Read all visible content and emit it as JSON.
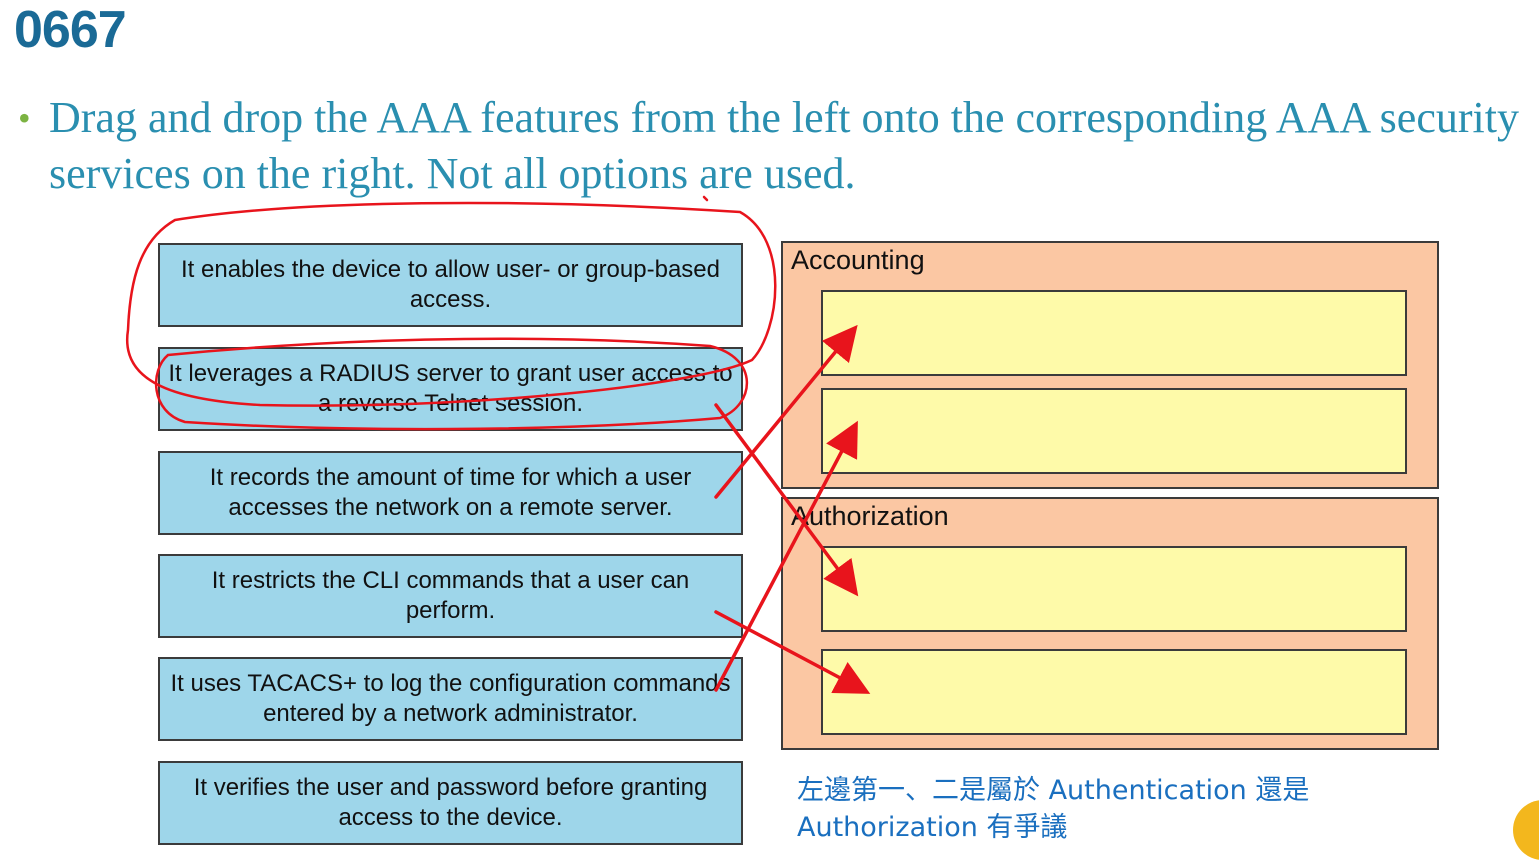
{
  "slide": {
    "number": "0667"
  },
  "question": {
    "bullet": "•",
    "text": "Drag and drop the AAA features from the left onto the corresponding AAA security services on the right. Not all options are used."
  },
  "features": [
    "It enables the device to allow user- or group-based access.",
    "It leverages a RADIUS server to grant user access to a reverse Telnet session.",
    "It records the amount of time for which a user accesses the network on a remote server.",
    "It restricts the CLI commands that a user can perform.",
    "It uses TACACS+ to log the configuration commands entered by a network administrator.",
    "It verifies the user and password before granting access to the device."
  ],
  "services": {
    "accounting": {
      "label": "Accounting"
    },
    "authorization": {
      "label": "Authorization"
    }
  },
  "note": {
    "line1": "左邊第一、二是屬於 Authentication 還是",
    "line2": "Authorization 有爭議"
  },
  "colors": {
    "feature_fill": "#9ed6ea",
    "service_fill": "#fbc7a3",
    "drop_fill": "#fefaa9",
    "annotation": "#e8141c",
    "title": "#1a6a96",
    "question_text": "#2a8fb0",
    "note_text": "#1a6fbf"
  },
  "icons": {
    "corner_logo": "logo-icon"
  }
}
